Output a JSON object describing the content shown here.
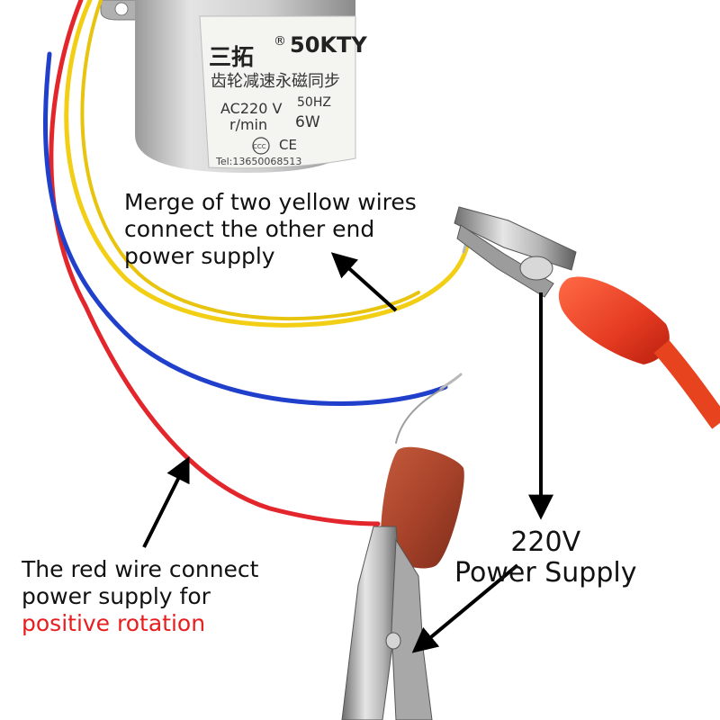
{
  "motor": {
    "brand": "三拓",
    "reg_mark": "®",
    "model": "50KTY",
    "subtitle": "齿轮减速永磁同步",
    "voltage": "AC220 V",
    "frequency": "50HZ",
    "speed_unit": "r/min",
    "power": "6W",
    "cert": "CE",
    "ccc": "CCC",
    "phone": "Tel:13650068513"
  },
  "annotations": {
    "yellow": {
      "line1": "Merge of two yellow wires",
      "line2": "connect the other end",
      "line3": "power supply"
    },
    "red": {
      "line1": "The red wire connect",
      "line2": "power supply for",
      "line3": "positive rotation"
    },
    "power": {
      "line1": "220V",
      "line2": "Power Supply"
    }
  },
  "colors": {
    "yellow_wire": "#f2cf14",
    "red_wire": "#e3262b",
    "blue_wire": "#2040cc",
    "capacitor": "#a8432a",
    "clip_red": "#e43a21",
    "accent_text": "#e81d1d"
  }
}
